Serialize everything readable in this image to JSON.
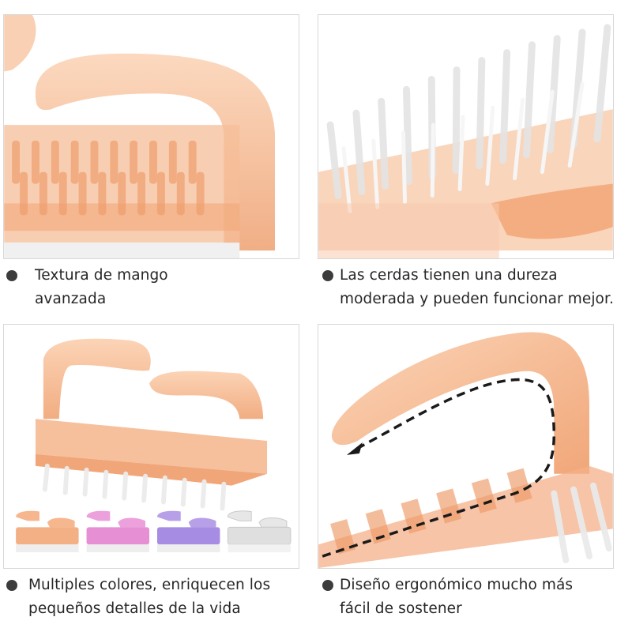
{
  "captions": [
    {
      "lines": [
        "Textura de mango",
        "avanzada"
      ]
    },
    {
      "lines": [
        "Las cerdas tienen una dureza",
        "moderada y pueden funcionar mejor."
      ]
    },
    {
      "lines": [
        "Multiples colores, enriquecen los",
        "pequeños detalles de la vida"
      ]
    },
    {
      "lines": [
        "Diseño ergonómico mucho más",
        "fácil de sostener"
      ]
    }
  ],
  "colors": {
    "peach": "#f6b388",
    "peach_dark": "#e8915e",
    "pink": "#e98fd6",
    "purple": "#a98be8",
    "clear": "#e4e4e4",
    "bristle": "#f4f4f4"
  },
  "icons": [
    "bullet-icon",
    "curved-arrow-icon"
  ]
}
